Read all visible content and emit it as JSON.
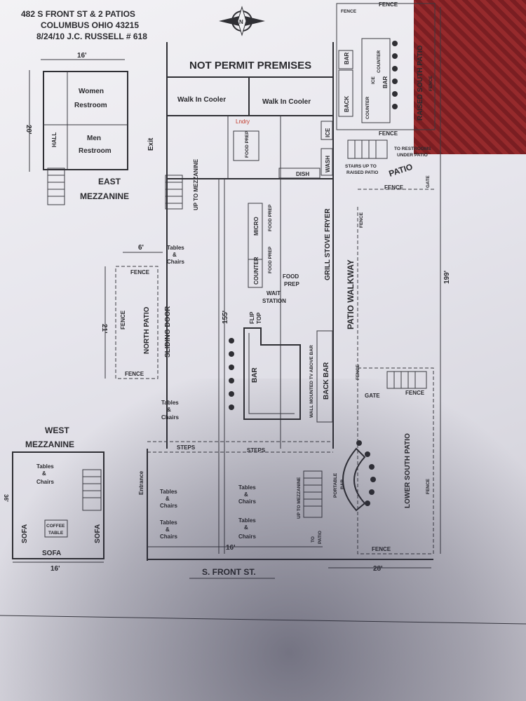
{
  "header": {
    "line1": "482 S FRONT ST & 2 PATIOS",
    "line2": "COLUMBUS OHIO 43215",
    "line3": "8/24/10 J.C. RUSSELL  # 618"
  },
  "labels": {
    "not_permit": "NOT PERMIT PREMISES",
    "women": "Women",
    "restroom": "Restroom",
    "men": "Men",
    "hall": "HALL",
    "exit": "Exit",
    "east_mezzanine_1": "EAST",
    "east_mezzanine_2": "MEZZANINE",
    "walk_in_1": "Walk In Cooler",
    "walk_in_2": "Walk In Cooler",
    "laundry": "Lndry",
    "food_prep": "FOOD PREP",
    "food_prep_short": "FOOD",
    "prep": "PREP",
    "dish": "DISH",
    "wash": "WASH",
    "ice": "ICE",
    "back": "BACK",
    "bar": "BAR",
    "counter": "COUNTER",
    "micro": "MICRO",
    "up_to_mezzanine": "UP TO MEZZANINE",
    "tables": "Tables",
    "amp": "&",
    "chairs": "Chairs",
    "fence": "FENCE",
    "north_patio": "NORTH PATIO",
    "sliding_door": "SLIDING DOOR",
    "wait": "WAIT",
    "station": "STATION",
    "flip": "FLIP",
    "top": "TOP",
    "grill": "GRILL STOVE FRYER",
    "back_bar": "BACK BAR",
    "wall_tv": "WALL MOUNTED TV ABOVE BAR",
    "patio_walkway": "PATIO WALKWAY",
    "stairs_up": "STAIRS UP TO",
    "raised_patio": "RAISED PATIO",
    "to_restrooms": "TO RESTROOMS",
    "under_patio": "UNDER PATIO",
    "patio": "PATIO",
    "gate": "GATE",
    "raised_south_patio": "RAISED SOUTH PATIO",
    "lower_south_patio": "LOWER SOUTH PATIO",
    "west_1": "WEST",
    "west_2": "MEZZANINE",
    "sofa": "SOFA",
    "coffee": "COFFEE",
    "table": "TABLE",
    "entrance": "Entrance",
    "steps": "STEPS",
    "portable": "PORTABLE",
    "to_patio_1": "TO",
    "to_patio_2": "PATIO",
    "street": "S. FRONT ST."
  },
  "dimensions": {
    "d16_top": "16'",
    "d20": "20'",
    "d6": "6'",
    "d21": "21'",
    "d155": "155'",
    "d199": "199'",
    "d36": "36'",
    "d16_bottom_left": "16'",
    "d16_bottom_mid": "16'",
    "d28": "28'"
  }
}
